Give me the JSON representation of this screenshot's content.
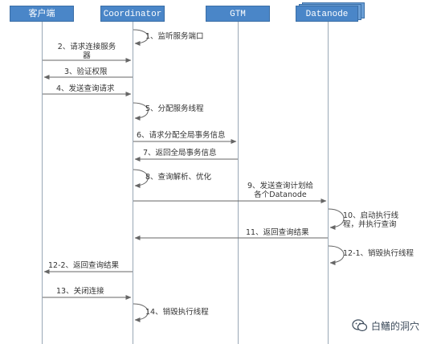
{
  "actors": {
    "client": "客户端",
    "coordinator": "Coordinator",
    "gtm": "GTM",
    "datanode": "Datanode"
  },
  "messages": {
    "m1": "1、监听服务端口",
    "m2a": "2、请求连接服务",
    "m2b": "器",
    "m3": "3、验证权限",
    "m4": "4、发送查询请求",
    "m5": "5、分配服务线程",
    "m6": "6、请求分配全局事务信息",
    "m7": "7、返回全局事务信息",
    "m8": "8、查询解析、优化",
    "m9a": "9、发送查询计划给",
    "m9b": "各个Datanode",
    "m10a": "10、启动执行线",
    "m10b": "程，并执行查询",
    "m11": "11、返回查询结果",
    "m12_1": "12-1、销毁执行线程",
    "m12_2": "12-2、返回查询结果",
    "m13": "13、关闭连接",
    "m14": "14、销毁执行线程"
  },
  "watermark": {
    "text": "白鳝的洞穴"
  }
}
